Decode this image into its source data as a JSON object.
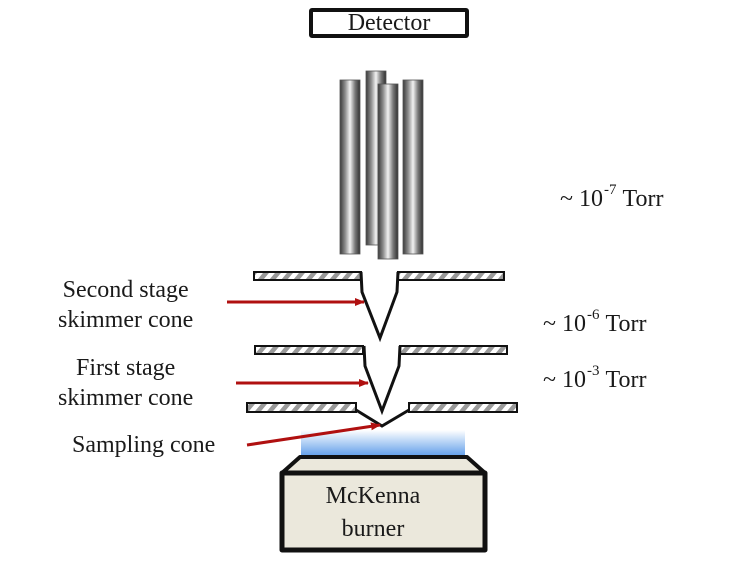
{
  "title": "Molecular beam mass spectrometer schematic",
  "detector": {
    "label": "Detector"
  },
  "labels": {
    "second_stage": [
      "Second stage",
      "skimmer cone"
    ],
    "first_stage": [
      "First stage",
      "skimmer cone"
    ],
    "sampling": "Sampling cone"
  },
  "pressures": [
    {
      "prefix": "~ 10",
      "exponent": "-7",
      "unit": "Torr"
    },
    {
      "prefix": "~ 10",
      "exponent": "-6",
      "unit": "Torr"
    },
    {
      "prefix": "~ 10",
      "exponent": "-3",
      "unit": "Torr"
    }
  ],
  "burner": {
    "line1": "McKenna",
    "line2": "burner"
  },
  "colors": {
    "arrow": "#b01010",
    "flame_top": "#ffffff",
    "flame_bottom": "#4a90e8",
    "burner_fill": "#ebe8dc",
    "outline": "#111111",
    "hatch": "#8a8a8a"
  }
}
